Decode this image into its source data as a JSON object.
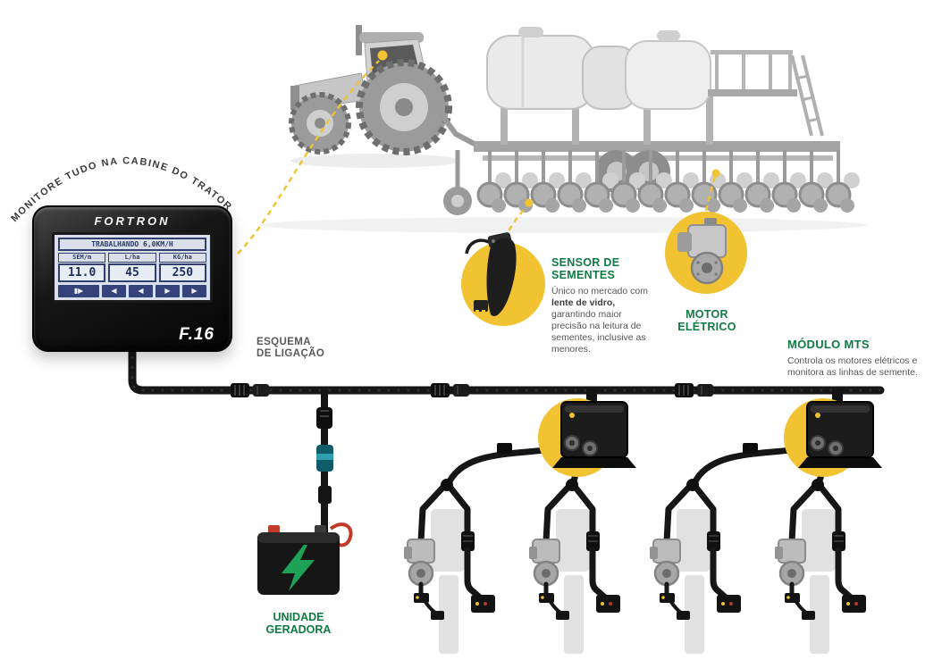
{
  "arc_title": "MONITORE TUDO NA CABINE DO TRATOR",
  "monitor": {
    "brand": "FORTRON",
    "model": "F.16",
    "screen": {
      "status": "TRABALHANDO 6,0KM/H",
      "columns": [
        {
          "header": "SEM/m",
          "value": "11.0"
        },
        {
          "header": "L/ha",
          "value": "45"
        },
        {
          "header": "KG/ha",
          "value": "250"
        }
      ],
      "buttons": [
        "▮▶",
        "◀",
        "◀",
        "▶",
        "▶"
      ]
    }
  },
  "diagram_label": {
    "line1": "ESQUEMA",
    "line2": "DE LIGAÇÃO"
  },
  "callouts": {
    "sensor": {
      "title_line1": "SENSOR DE",
      "title_line2": "SEMENTES",
      "body_pre": "Único no mercado com ",
      "body_bold": "lente de vidro,",
      "body_post": " garantindo maior precisão na leitura de sementes, inclusive as menores."
    },
    "motor": {
      "title_line1": "MOTOR",
      "title_line2": "ELÉTRICO"
    },
    "modulo": {
      "title": "MÓDULO MTS",
      "body": "Controla os motores elétricos e monitora as linhas de semente."
    },
    "unidade": {
      "title_line1": "UNIDADE",
      "title_line2": "GERADORA"
    }
  },
  "colors": {
    "accent_green": "#107a43",
    "highlight_yellow": "#f1c232",
    "cable_black": "#161616"
  }
}
